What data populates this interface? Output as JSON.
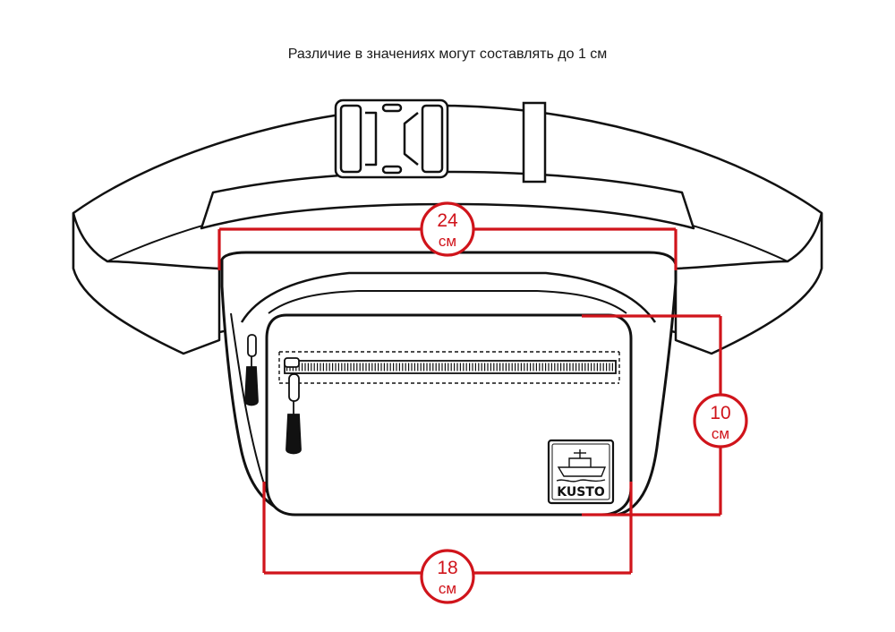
{
  "caption": "Различие в значениях могут составлять до 1 см",
  "brand": {
    "logo_text": "KUSTO"
  },
  "dimensions": {
    "width_top": {
      "value": "24",
      "unit": "см"
    },
    "height": {
      "value": "10",
      "unit": "см"
    },
    "width_bottom": {
      "value": "18",
      "unit": "см"
    }
  },
  "colors": {
    "accent": "#d0141b",
    "outline": "#111111",
    "fill": "#ffffff"
  }
}
